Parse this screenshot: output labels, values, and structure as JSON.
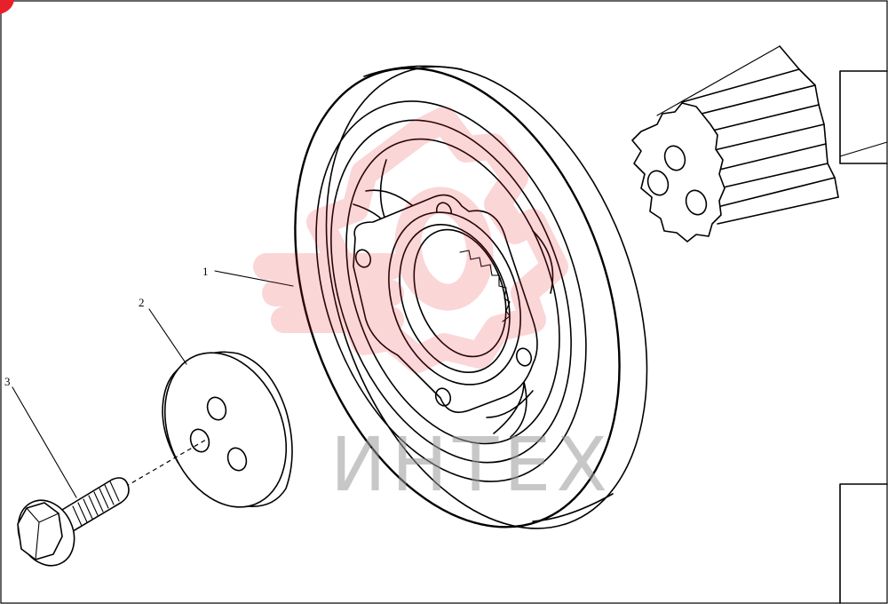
{
  "callouts": [
    {
      "id": "1",
      "label": "1"
    },
    {
      "id": "2",
      "label": "2"
    },
    {
      "id": "3",
      "label": "3"
    }
  ],
  "watermark": {
    "text": "ИНТЕХ",
    "color": "#e8202a",
    "opacity": 0.18
  },
  "colors": {
    "line": "#000000",
    "background": "#ffffff",
    "corner_mark": "#e8202a"
  }
}
